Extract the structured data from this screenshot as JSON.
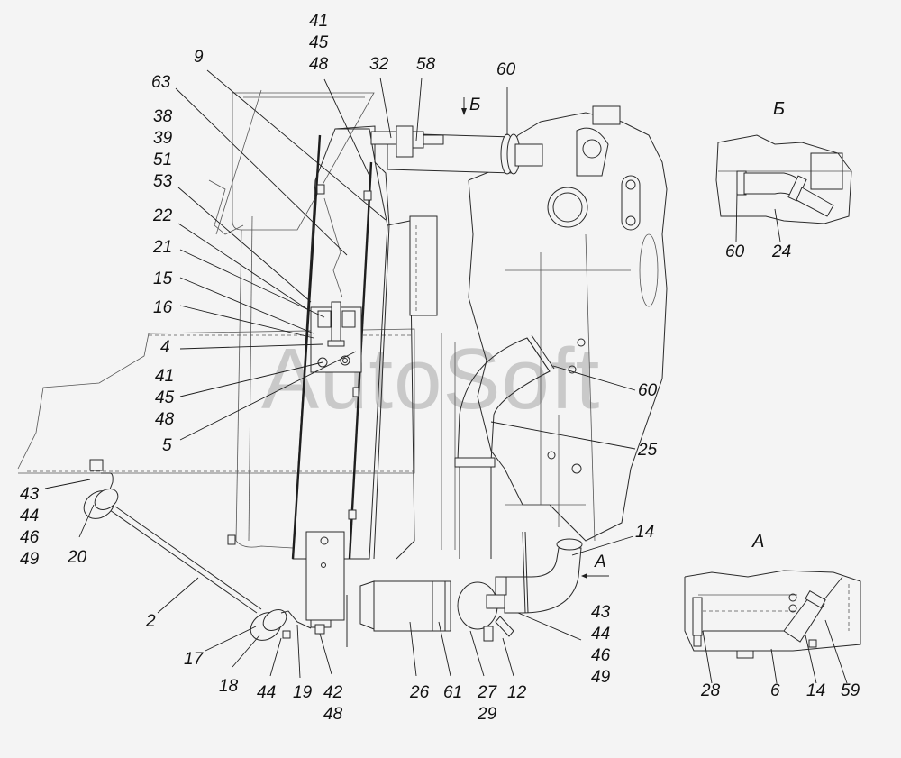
{
  "diagram": {
    "title": "Radiator mounting assembly — exploded parts view",
    "watermark": "AutoSoft",
    "views": [
      {
        "id": "B",
        "title": "Б",
        "callouts": [
          "60",
          "24"
        ]
      },
      {
        "id": "A",
        "title": "А",
        "callouts": [
          "28",
          "6",
          "14",
          "59"
        ]
      }
    ],
    "view_arrows": [
      {
        "label": "Б",
        "direction": "down"
      },
      {
        "label": "А",
        "direction": "left"
      }
    ],
    "callouts": {
      "top_41_45_48": [
        "41",
        "45",
        "48"
      ],
      "c9": "9",
      "c63": "63",
      "c32": "32",
      "c58": "58",
      "c60_top": "60",
      "left_38_39_51_53": [
        "38",
        "39",
        "51",
        "53"
      ],
      "c22": "22",
      "c21": "21",
      "c15": "15",
      "c16": "16",
      "c4": "4",
      "mid_41_45_48": [
        "41",
        "45",
        "48"
      ],
      "c5": "5",
      "c60_mid": "60",
      "c25": "25",
      "left_43_44_46_49": [
        "43",
        "44",
        "46",
        "49"
      ],
      "c20": "20",
      "c2": "2",
      "c17": "17",
      "c18": "18",
      "c44": "44",
      "c19": "19",
      "bottom_42_48": [
        "42",
        "48"
      ],
      "c26": "26",
      "c61": "61",
      "bottom_27_29": [
        "27",
        "29"
      ],
      "c12": "12",
      "c14": "14",
      "right_43_44_46_49": [
        "43",
        "44",
        "46",
        "49"
      ]
    }
  }
}
